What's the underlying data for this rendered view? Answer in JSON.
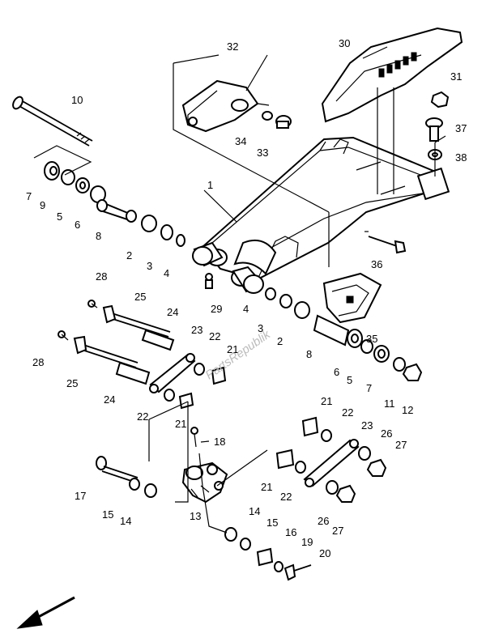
{
  "callouts": [
    "1",
    "2",
    "3",
    "4",
    "5",
    "6",
    "7",
    "8",
    "10",
    "11",
    "12",
    "13",
    "14",
    "15",
    "16",
    "17",
    "18",
    "19",
    "20",
    "21",
    "22",
    "23",
    "24",
    "25",
    "26",
    "27",
    "28",
    "29",
    "30",
    "31",
    "32",
    "33",
    "34",
    "35",
    "36",
    "37",
    "38"
  ],
  "watermark": "PartsRepublik",
  "colors": {
    "line": "#000000",
    "background": "#ffffff",
    "watermark": "#bcbcbc"
  },
  "icons": {
    "direction": "front-direction-arrow-icon"
  }
}
